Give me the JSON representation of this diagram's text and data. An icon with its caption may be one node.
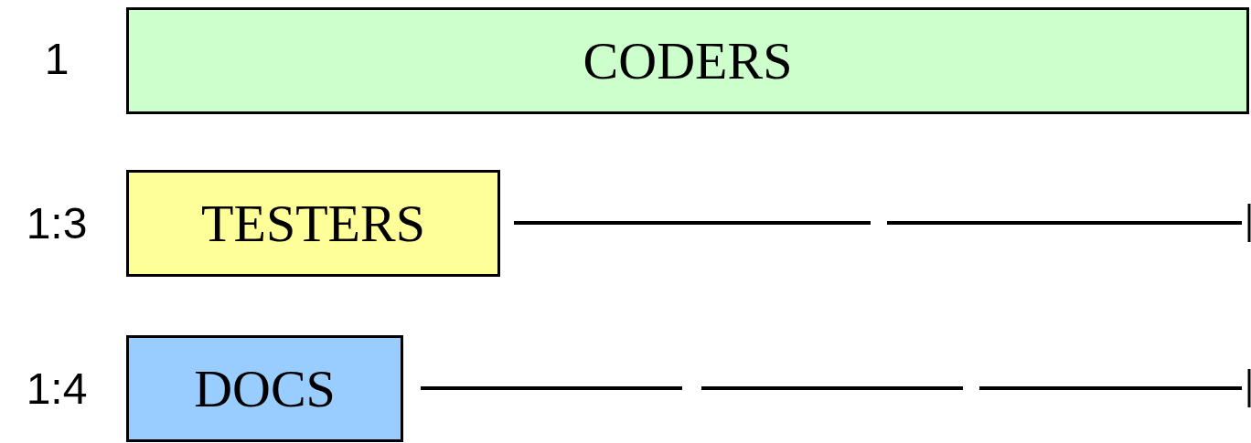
{
  "diagram": {
    "nodes": [
      {
        "text": [
          "CODERS"
        ]
      },
      {
        "text": [
          "TESTERS"
        ]
      },
      {
        "text": [
          "DOCS"
        ]
      }
    ],
    "labels": [
      "1",
      "1:3",
      "1:4"
    ]
  }
}
